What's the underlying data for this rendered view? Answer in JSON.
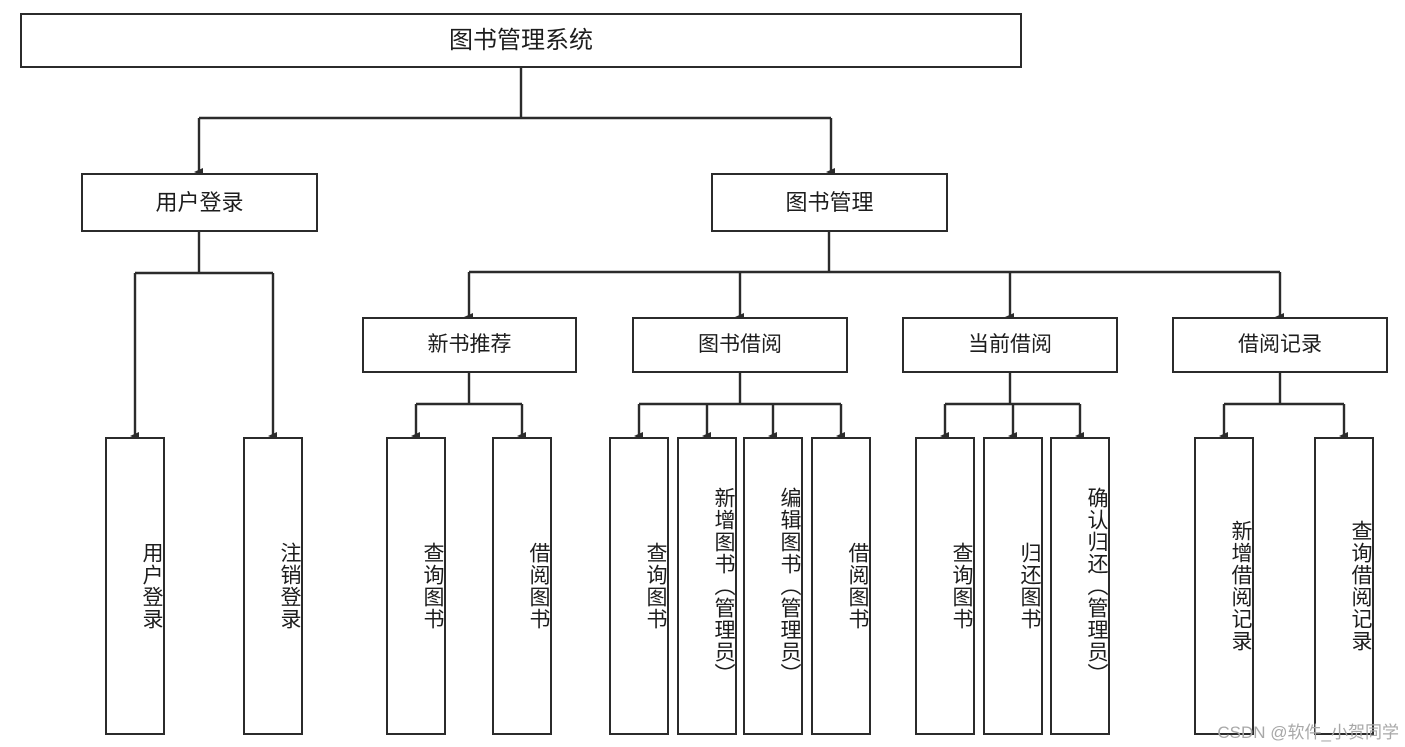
{
  "diagram": {
    "type": "tree",
    "title": "图书管理系统",
    "watermark": "CSDN @软件_小贺同学",
    "colors": {
      "stroke": "#2b2b2b",
      "fill": "#ffffff",
      "text": "#1d1d1d",
      "watermark": "#a8a8a8"
    },
    "root": {
      "label": "图书管理系统"
    },
    "level1": [
      {
        "label": "用户登录"
      },
      {
        "label": "图书管理"
      }
    ],
    "level2": [
      {
        "label": "新书推荐"
      },
      {
        "label": "图书借阅"
      },
      {
        "label": "当前借阅"
      },
      {
        "label": "借阅记录"
      }
    ],
    "leaves": {
      "user_login": [
        {
          "label": "用户登录"
        },
        {
          "label": "注销登录"
        }
      ],
      "new_book": [
        {
          "label": "查询图书"
        },
        {
          "label": "借阅图书"
        }
      ],
      "book_borrow": [
        {
          "label": "查询图书"
        },
        {
          "label": "新增图书（管理员）"
        },
        {
          "label": "编辑图书（管理员）"
        },
        {
          "label": "借阅图书"
        }
      ],
      "current_borrow": [
        {
          "label": "查询图书"
        },
        {
          "label": "归还图书"
        },
        {
          "label": "确认归还（管理员）"
        }
      ],
      "borrow_record": [
        {
          "label": "新增借阅记录"
        },
        {
          "label": "查询借阅记录"
        }
      ]
    }
  }
}
